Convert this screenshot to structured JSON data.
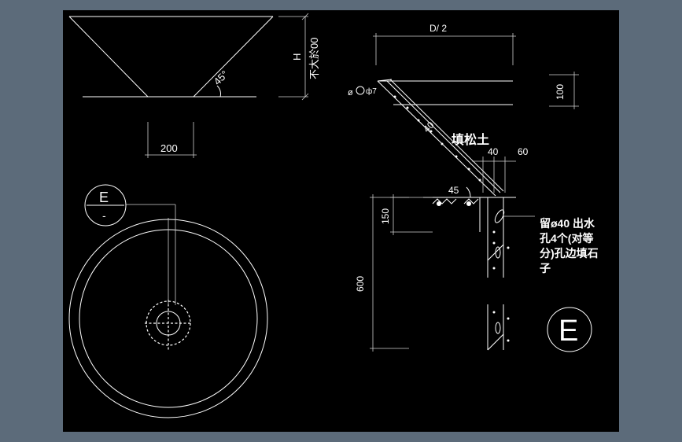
{
  "colors": {
    "background": "#000000",
    "frame": "#5c6b7a",
    "line": "#ffffff"
  },
  "labels": {
    "dim_h": "H",
    "dim_h_note": "不大於00",
    "angle_top": "45°",
    "dim_200": "200",
    "section_mark": "E",
    "section_mark_sub": "-",
    "dim_d2": "D/ 2",
    "dim_100": "100",
    "pipe_label": "ø",
    "pipe_label2": "ф7",
    "dim_40a": "40",
    "fill_soil": "填松土",
    "dim_40b": "40",
    "dim_60": "60",
    "angle_section": "45",
    "dim_150": "150",
    "dim_600": "600",
    "note_line1": "留ø40 出水",
    "note_line2": "孔4个(对等",
    "note_line3": "分)孔边填石",
    "note_line4": "子",
    "detail_mark": "E"
  }
}
